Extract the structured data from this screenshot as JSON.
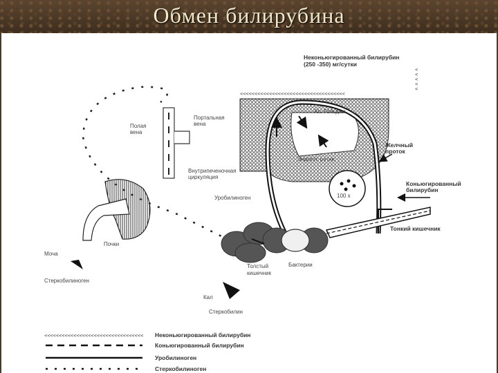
{
  "title": "Обмен билирубина",
  "labels": {
    "unconj_top_1": "Неконьюгированный билирубин",
    "unconj_top_2": "(250 -350) мг/сутки",
    "portal_vein_1": "Полая",
    "portal_vein_2": "вена",
    "portal_vein2_1": "Портальная",
    "portal_vein2_2": "вена",
    "golgi": "Ап. Гольджи",
    "er": "Эндопл. ретик.",
    "bile_duct_1": "Желчный",
    "bile_duct_2": "проток",
    "intrahepatic_1": "Внутрипеченочная",
    "intrahepatic_2": "циркуляция",
    "conj_1": "Коньюгированный",
    "conj_2": "билирубин",
    "urobilinogen": "Уробилиноген",
    "hundred_x": "100 x",
    "small_intestine": "Тонкий кишечник",
    "kidneys": "Почки",
    "urine": "Моча",
    "stercobilinogen_left": "Стеркобилиноген",
    "bacteria": "Бактерии",
    "large_intestine_1": "Толстый",
    "large_intestine_2": "кишечник",
    "feces": "Кал",
    "stercobilin": "Стеркобилин"
  },
  "legend": [
    {
      "label": "Неконьюгированный билирубин",
      "style": "chevron"
    },
    {
      "label": "Коньюгированный билирубин",
      "style": "dashed"
    },
    {
      "label": "Уробилиноген",
      "style": "solid"
    },
    {
      "label": "Стеркобилиноген",
      "style": "dotted"
    }
  ],
  "colors": {
    "title": "#f1e8c9",
    "ink": "#222222",
    "intestine": "#555555"
  }
}
